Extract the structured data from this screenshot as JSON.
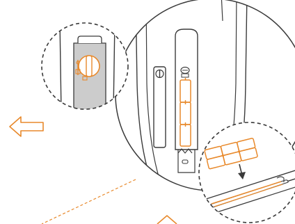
{
  "diagram": {
    "colors": {
      "line": "#3a3a3a",
      "accent": "#e8892b",
      "device_fill": "#ffffff",
      "latch_fill": "#cccccc",
      "background": "#ffffff"
    },
    "callouts": [
      {
        "name": "zoom-circle-top-left",
        "shows": "latch-lock-icon"
      },
      {
        "name": "main-zoom-circle",
        "shows": "battery-compartment"
      },
      {
        "name": "zoom-circle-bottom-right",
        "shows": "battery-insertion"
      }
    ],
    "indicators": [
      {
        "name": "slide-left-arrow",
        "direction": "left"
      },
      {
        "name": "bottom-up-arrow",
        "direction": "up"
      }
    ],
    "inset_battery_count": 3
  }
}
